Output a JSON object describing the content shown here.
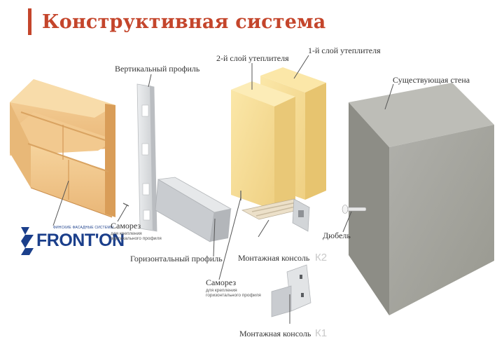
{
  "title": "Конструктивная система",
  "brand": {
    "name": "FRONT'ON",
    "tagline": "ФИНСКИЕ ФАСАДНЫЕ СИСТЕМЫ"
  },
  "labels": {
    "vertical_profile": "Вертикальный профиль",
    "insulation_layer_2": "2-й слой утеплителя",
    "insulation_layer_1": "1-й слой утеплителя",
    "existing_wall": "Существующая стена",
    "dowel": "Дюбель",
    "screw_vertical": "Саморез",
    "screw_vertical_note_1": "для крепления",
    "screw_vertical_note_2": "вертикального профиля",
    "horizontal_profile": "Горизонтальный профиль",
    "bracket_k2": "Монтажная консоль",
    "bracket_k2_code": "К2",
    "screw_horizontal": "Саморез",
    "screw_horizontal_note_1": "для крепления",
    "screw_horizontal_note_2": "горизонтального профиля",
    "bracket_k1": "Монтажная консоль",
    "bracket_k1_code": "К1"
  },
  "colors": {
    "accent": "#c4452b",
    "brand_blue": "#1b3f8b",
    "siding": "#f0c88c",
    "insulation": "#f8dd94",
    "wall": "#a3a39e",
    "metal": "#d9dadc"
  }
}
